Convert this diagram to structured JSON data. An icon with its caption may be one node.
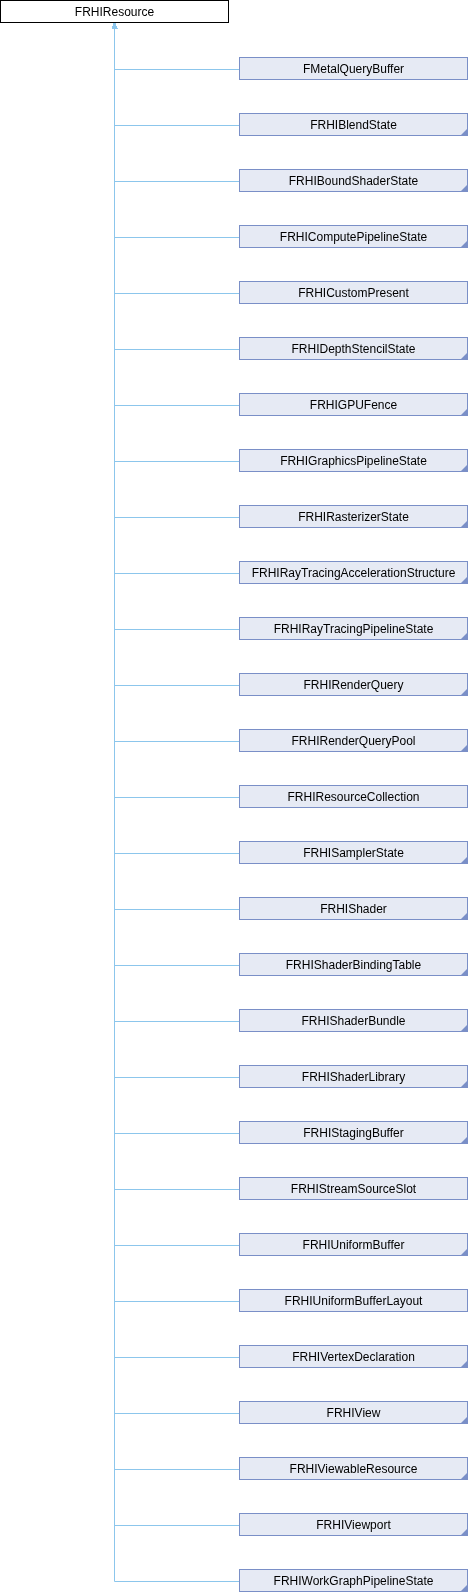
{
  "diagram": {
    "nodes": [
      {
        "text": [
          "FRHIResource"
        ]
      },
      {
        "text": [
          "FMetalQueryBuffer"
        ]
      },
      {
        "text": [
          "FRHIBlendState"
        ]
      },
      {
        "text": [
          "FRHIBoundShaderState"
        ]
      },
      {
        "text": [
          "FRHIComputePipelineState"
        ]
      },
      {
        "text": [
          "FRHICustomPresent"
        ]
      },
      {
        "text": [
          "FRHIDepthStencilState"
        ]
      },
      {
        "text": [
          "FRHIGPUFence"
        ]
      },
      {
        "text": [
          "FRHIGraphicsPipelineState"
        ]
      },
      {
        "text": [
          "FRHIRasterizerState"
        ]
      },
      {
        "text": [
          "FRHIRayTracingAccelerationStructure"
        ]
      },
      {
        "text": [
          "FRHIRayTracingPipelineState"
        ]
      },
      {
        "text": [
          "FRHIRenderQuery"
        ]
      },
      {
        "text": [
          "FRHIRenderQueryPool"
        ]
      },
      {
        "text": [
          "FRHIResourceCollection"
        ]
      },
      {
        "text": [
          "FRHISamplerState"
        ]
      },
      {
        "text": [
          "FRHIShader"
        ]
      },
      {
        "text": [
          "FRHIShaderBindingTable"
        ]
      },
      {
        "text": [
          "FRHIShaderBundle"
        ]
      },
      {
        "text": [
          "FRHIShaderLibrary"
        ]
      },
      {
        "text": [
          "FRHIStagingBuffer"
        ]
      },
      {
        "text": [
          "FRHIStreamSourceSlot"
        ]
      },
      {
        "text": [
          "FRHIUniformBuffer"
        ]
      },
      {
        "text": [
          "FRHIUniformBufferLayout"
        ]
      },
      {
        "text": [
          "FRHIVertexDeclaration"
        ]
      },
      {
        "text": [
          "FRHIView"
        ]
      },
      {
        "text": [
          "FRHIViewableResource"
        ]
      },
      {
        "text": [
          "FRHIViewport"
        ]
      },
      {
        "text": [
          "FRHIWorkGraphPipelineState"
        ]
      }
    ],
    "edges": [
      {
        "from": 1,
        "to": 0,
        "arrow": "to"
      },
      {
        "from": 2,
        "to": 0,
        "arrow": "to"
      },
      {
        "from": 3,
        "to": 0,
        "arrow": "to"
      },
      {
        "from": 4,
        "to": 0,
        "arrow": "to"
      },
      {
        "from": 5,
        "to": 0,
        "arrow": "to"
      },
      {
        "from": 6,
        "to": 0,
        "arrow": "to"
      },
      {
        "from": 7,
        "to": 0,
        "arrow": "to"
      },
      {
        "from": 8,
        "to": 0,
        "arrow": "to"
      },
      {
        "from": 9,
        "to": 0,
        "arrow": "to"
      },
      {
        "from": 10,
        "to": 0,
        "arrow": "to"
      },
      {
        "from": 11,
        "to": 0,
        "arrow": "to"
      },
      {
        "from": 12,
        "to": 0,
        "arrow": "to"
      },
      {
        "from": 13,
        "to": 0,
        "arrow": "to"
      },
      {
        "from": 14,
        "to": 0,
        "arrow": "to"
      },
      {
        "from": 15,
        "to": 0,
        "arrow": "to"
      },
      {
        "from": 16,
        "to": 0,
        "arrow": "to"
      },
      {
        "from": 17,
        "to": 0,
        "arrow": "to"
      },
      {
        "from": 18,
        "to": 0,
        "arrow": "to"
      },
      {
        "from": 19,
        "to": 0,
        "arrow": "to"
      },
      {
        "from": 20,
        "to": 0,
        "arrow": "to"
      },
      {
        "from": 21,
        "to": 0,
        "arrow": "to"
      },
      {
        "from": 22,
        "to": 0,
        "arrow": "to"
      },
      {
        "from": 23,
        "to": 0,
        "arrow": "to"
      },
      {
        "from": 24,
        "to": 0,
        "arrow": "to"
      },
      {
        "from": 25,
        "to": 0,
        "arrow": "to"
      },
      {
        "from": 26,
        "to": 0,
        "arrow": "to"
      },
      {
        "from": 27,
        "to": 0,
        "arrow": "to"
      },
      {
        "from": 28,
        "to": 0,
        "arrow": "to"
      }
    ]
  }
}
